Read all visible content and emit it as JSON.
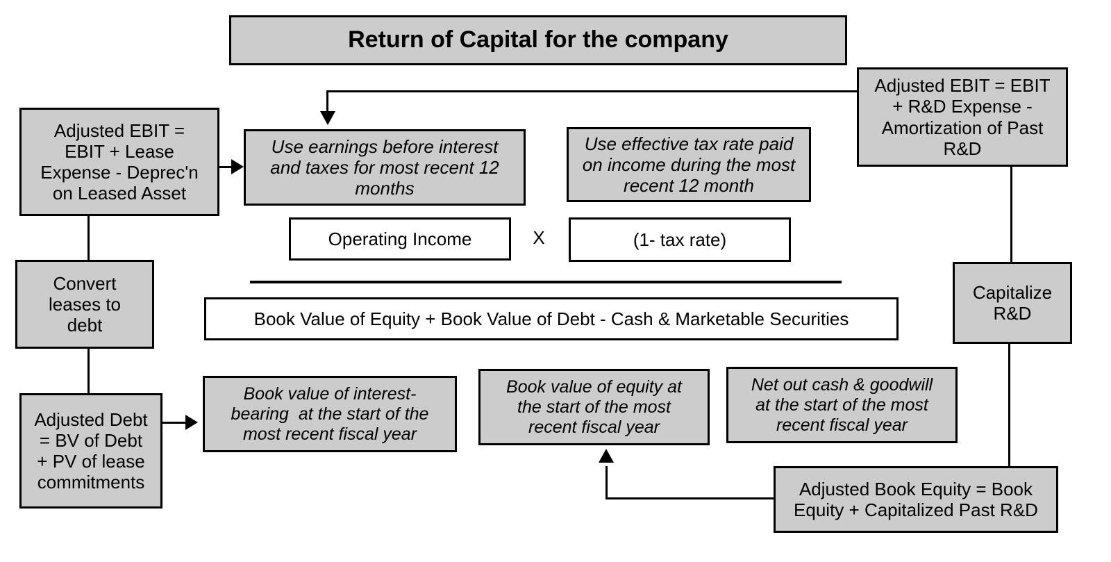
{
  "diagram": {
    "title": "Return of Capital for the company",
    "boxes": {
      "adjusted_ebit_lease": "Adjusted EBIT =\nEBIT + Lease\nExpense - Deprec'n\non Leased Asset",
      "convert_leases": "Convert\nleases to\ndebt",
      "adjusted_debt": "Adjusted Debt\n= BV of Debt\n+ PV of lease\ncommitments",
      "use_earnings": "Use earnings before interest\nand taxes for most recent 12\nmonths",
      "use_tax_rate": "Use effective tax rate paid\non income during the most\nrecent 12 month",
      "operating_income": "Operating Income",
      "one_minus_tax_rate": "(1- tax rate)",
      "multiply_symbol": "X",
      "denominator": "Book Value of Equity + Book Value of Debt - Cash & Marketable Securities",
      "book_value_interest_bearing": "Book value of interest-\nbearing  at the start of the\nmost recent fiscal year",
      "book_value_equity": "Book value of equity at\nthe start of the most\nrecent fiscal year",
      "net_out_cash_goodwill": "Net out cash & goodwill\nat the start of the most\nrecent fiscal year",
      "adjusted_ebit_rnd": "Adjusted EBIT = EBIT\n+ R&D Expense -\nAmortization of Past\nR&D",
      "capitalize_rnd": "Capitalize\nR&D",
      "adjusted_book_equity": "Adjusted Book Equity = Book\nEquity + Capitalized Past R&D"
    },
    "colors": {
      "box_fill_gray": "#cccccc",
      "box_fill_white": "#ffffff",
      "border": "#000000",
      "background": "#ffffff"
    }
  }
}
